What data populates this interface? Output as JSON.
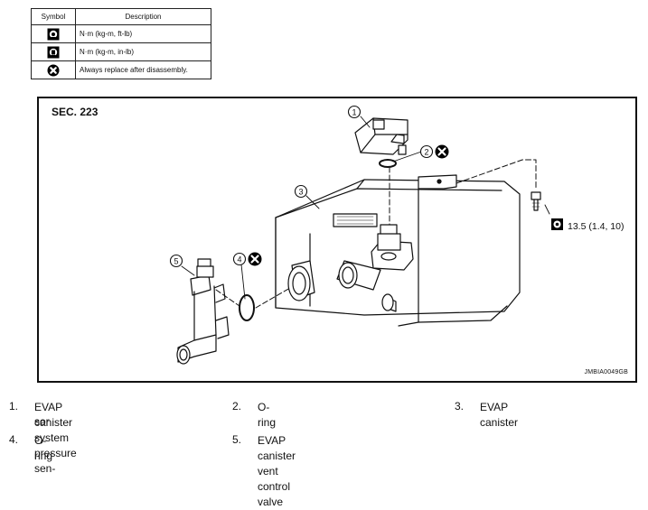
{
  "legend": {
    "headers": {
      "symbol": "Symbol",
      "description": "Description"
    },
    "rows": [
      {
        "icon": "torque-wrench-icon",
        "description": "N·m (kg-m, ft-lb)"
      },
      {
        "icon": "torque-wrench-small-icon",
        "description": "N·m (kg-m, in-lb)"
      },
      {
        "icon": "always-replace-icon",
        "description": "Always replace after disassembly."
      }
    ]
  },
  "diagram": {
    "section": "SEC. 223",
    "figure_code": "JMBIA0049GB",
    "torque": "13.5 (1.4, 10)",
    "callouts": [
      "1",
      "2",
      "3",
      "4",
      "5"
    ]
  },
  "parts": [
    {
      "num": "1.",
      "name": "EVAP canister system pressure sen-",
      "name_cont": "sor"
    },
    {
      "num": "2.",
      "name": "O-ring"
    },
    {
      "num": "3.",
      "name": "EVAP canister"
    },
    {
      "num": "4.",
      "name": "O-ring"
    },
    {
      "num": "5.",
      "name": "EVAP canister vent control valve"
    }
  ]
}
